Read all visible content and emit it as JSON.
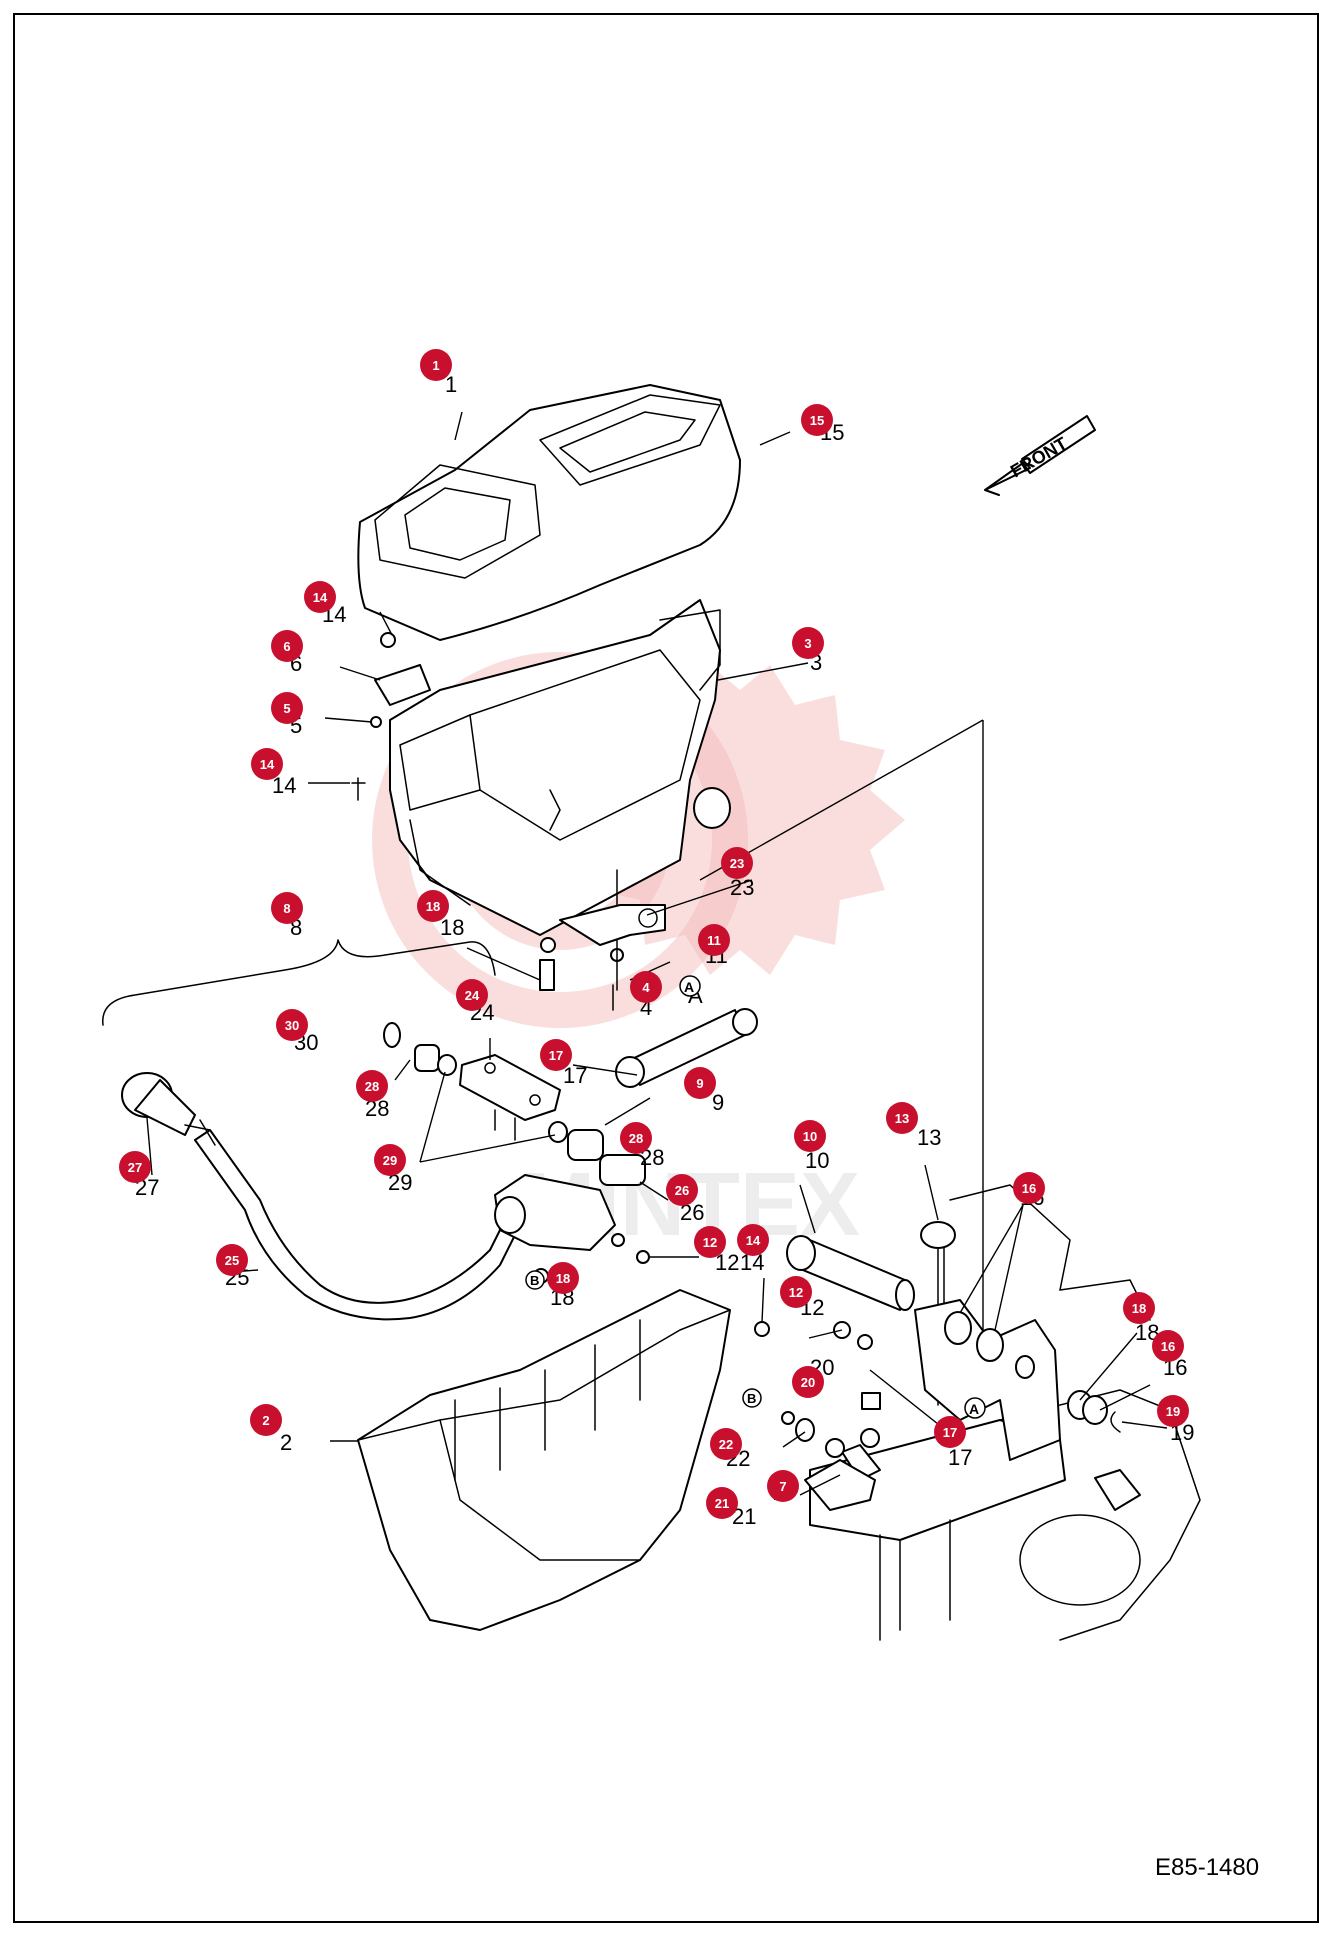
{
  "diagram": {
    "front_label": "FRONT",
    "drawing_code": "E85-1480",
    "watermark_text": "MINTEX",
    "callout_marker_a": "A",
    "callout_marker_b": "B",
    "parts": [
      {
        "badge": "1",
        "label": "1"
      },
      {
        "badge": "15",
        "label": "15"
      },
      {
        "badge": "14",
        "label": "14"
      },
      {
        "badge": "6",
        "label": "6"
      },
      {
        "badge": "5",
        "label": "5"
      },
      {
        "badge": "14",
        "label": "14"
      },
      {
        "badge": "3",
        "label": "3"
      },
      {
        "badge": "23",
        "label": "23"
      },
      {
        "badge": "18",
        "label": "18"
      },
      {
        "badge": "8",
        "label": "8"
      },
      {
        "badge": "11",
        "label": "11"
      },
      {
        "badge": "4",
        "label": "4"
      },
      {
        "badge": "24",
        "label": "24"
      },
      {
        "badge": "30",
        "label": "30"
      },
      {
        "badge": "17",
        "label": "17"
      },
      {
        "badge": "9",
        "label": "9"
      },
      {
        "badge": "28",
        "label": "28"
      },
      {
        "badge": "28",
        "label": "28"
      },
      {
        "badge": "27",
        "label": "27"
      },
      {
        "badge": "29",
        "label": "29"
      },
      {
        "badge": "10",
        "label": "10"
      },
      {
        "badge": "13",
        "label": "13"
      },
      {
        "badge": "26",
        "label": "26"
      },
      {
        "badge": "16",
        "label": "16"
      },
      {
        "badge": "25",
        "label": "25"
      },
      {
        "badge": "12",
        "label": "12"
      },
      {
        "badge": "14",
        "label": "14"
      },
      {
        "badge": "18",
        "label": "18"
      },
      {
        "badge": "12",
        "label": "12"
      },
      {
        "badge": "20",
        "label": "20"
      },
      {
        "badge": "18",
        "label": "18"
      },
      {
        "badge": "16",
        "label": "16"
      },
      {
        "badge": "2",
        "label": "2"
      },
      {
        "badge": "19",
        "label": "19"
      },
      {
        "badge": "17",
        "label": "17"
      },
      {
        "badge": "22",
        "label": "22"
      },
      {
        "badge": "7",
        "label": "7"
      },
      {
        "badge": "21",
        "label": "21"
      }
    ]
  },
  "colors": {
    "badge_fill": "#c8102e",
    "badge_text": "#ffffff",
    "line": "#000000",
    "watermark": "#f4b6b6"
  }
}
